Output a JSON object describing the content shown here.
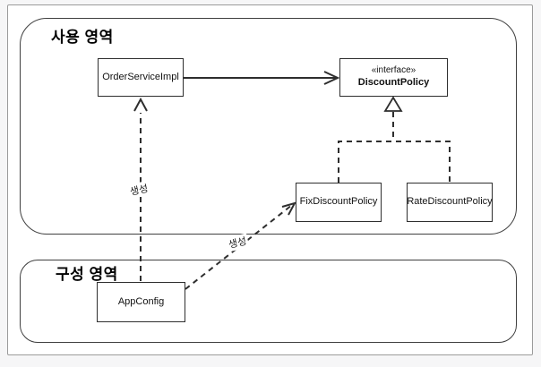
{
  "colors": {
    "line": "#2e2e2e",
    "region_border": "#3f3f3f",
    "frame_border": "#9b9b9b",
    "box_background": "#ffffff",
    "page_background": "#f6f6f7",
    "text": "#111111"
  },
  "regions": {
    "usage": {
      "title": "사용 영역"
    },
    "config": {
      "title": "구성 영역"
    }
  },
  "nodes": {
    "order_service": {
      "label": "OrderServiceImpl"
    },
    "discount_policy": {
      "stereotype": "«interface»",
      "label": "DiscountPolicy"
    },
    "fix_discount": {
      "label": "FixDiscountPolicy"
    },
    "rate_discount": {
      "label": "RateDiscountPolicy"
    },
    "app_config": {
      "label": "AppConfig"
    }
  },
  "edges": {
    "create_order_label": "생성",
    "create_fix_label": "생성"
  }
}
